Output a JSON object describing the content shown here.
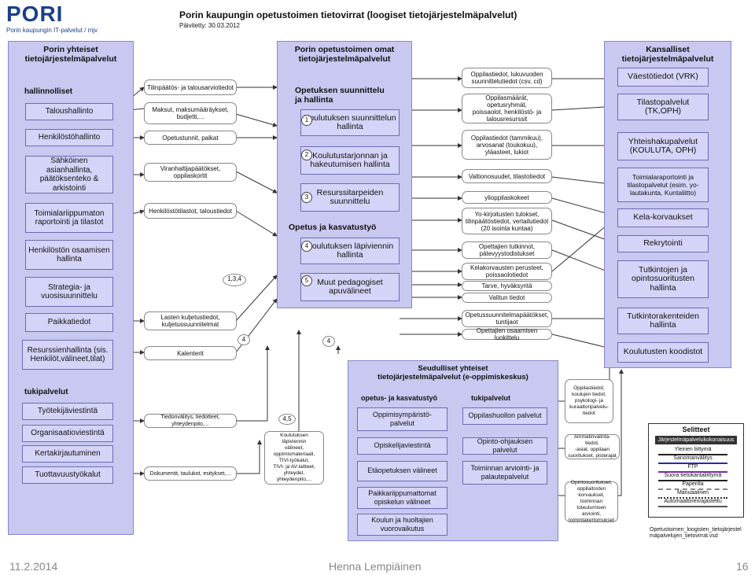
{
  "header": {
    "logo": "PORI",
    "logo_sub": "Porin kaupungin IT-palvelut / mjv",
    "title": "Porin kaupungin opetustoimen tietovirrat (loogiset tietojärjestelmäpalvelut)",
    "updated": "Päivitetty: 30.03.2012"
  },
  "left": {
    "title": "Porin yhteiset\ntietojärjestelmäpalvelut",
    "section1": "hallinnolliset",
    "items": [
      "Taloushallinto",
      "Henkilöstöhallinto",
      "Sähköinen asianhallinta,\npäätöksenteko &\narkistointi",
      "Toimialariippumaton\nraportointi ja tilastot",
      "Henkilöstön osaamisen\nhallinta",
      "Strategia- ja\nvuosisuunnittelu",
      "Paikkatiedot",
      "Resurssienhallinta (sis.\nHenkilöt,välineet,tilat)"
    ],
    "section2": "tukipalvelut",
    "support": [
      "Työtekijäviestintä",
      "Organisaatioviestintä",
      "Kertakirjautuminen",
      "Tuottavuustyökalut"
    ]
  },
  "center": {
    "title": "Porin opetustoimen omat\ntietojärjestelmäpalvelut",
    "section1": "Opetuksen suunnittelu\nja hallinta",
    "items": [
      {
        "n": "1",
        "label": "Koulutuksen suunnittelun\nhallinta"
      },
      {
        "n": "2",
        "label": "Koulutustarjonnan ja\nhakeutumisen hallinta"
      },
      {
        "n": "3",
        "label": "Resurssitarpeiden\nsuunnittelu"
      }
    ],
    "section2": "Opetus ja kasvatustyö",
    "items2": [
      {
        "n": "4",
        "label": "Koulutuksen läpiviennin\nhallinta"
      },
      {
        "n": "5",
        "label": "Muut pedagogiset\napuvälineet"
      }
    ]
  },
  "right": {
    "title": "Kansalliset\ntietojärjestelmäpalvelut",
    "items": [
      "Väestötiedot (VRK)",
      "Tilastopalvelut\n(TK,OPH)",
      "Yhteishakupalvelut\n(KOULUTA, OPH)",
      "Toimialaraportointi ja\ntilastopalvelut (esim. yo-\nlautakunta, Kuntaliitto)",
      "Kela-korvaukset",
      "Rekrytointi",
      "Tutkintojen ja\nopintosuoritusten\nhallinta",
      "Tutkintorakenteiden\nhallinta",
      "Koulutusten koodistot"
    ]
  },
  "regional": {
    "title": "Seudulliset yhteiset\ntietojärjestelmäpalvelut  (e-oppimiskeskus)",
    "col1_title": "opetus- ja kasvatustyö",
    "col2_title": "tukipalvelut",
    "col1": [
      "Oppimisympäristö-\npalvelut",
      "Opiskelijaviestintä",
      "Etäopetuksen välineet",
      "Paikkariippumattomat\nopiskelun välineet",
      "Koulun ja huoltajien\nvuorovaikutus"
    ],
    "col2": [
      "Oppilashuollon palvelut",
      "Opinto-ohjauksen palvelut",
      "Toiminnan arviointi- ja\npalautepalvelut"
    ]
  },
  "left_flows": [
    "Tilinpäätös- ja talousarviotiedot",
    "Maksut, maksumääräykset,\nbudjetti,...",
    "Opetustunnit, palkat",
    "Viranhaltijapäätökset,\noppilaskortit",
    "Henkilöstötilastot, taloustiedot",
    "Lasten kuljetustiedot,\nkuljetussuunnitelmat",
    "Kalenterit",
    "Tiedonvälitys, tiedotteet, yhteydenpito,...",
    "Dokumentit, taulukot, esitykset,..."
  ],
  "right_flows": [
    "Oppilastiedot, lukuvuoden\nsuunnittelutiedot (csv, cd)",
    "Oppilasmäärät, opetusryhmät,\npoissaolot, henkilöstö- ja\ntalousresurssit",
    "Oppilastiedot (tammikuu),\narvosanat (toukokuu),\nyläasteet, lukiot",
    "Valtionosuudet, tilastotiedot",
    "ylioppilaskokeet",
    "Yo-kirjoitusten tulokset,\ntilinpäätöstiedot, vertailutiedot\n(20 isointa kuntaa)",
    "Opettajien tutkinnot,\npätevyystodistukset",
    "Kelakorvausten perusteet,\npoissaolotiedot",
    "Tarve, hyväksyntä",
    "Valitun tiedot",
    "Opetussuunnitelmapäätökset,\ntuntijaot",
    "Opettajien osaamisen luokittelu"
  ],
  "regional_flows": [
    "Oppilastiedot,\nkoulujen tiedot,\npsykologi- ja\nkuraattoripalvelu-\ntiedot",
    "Ammatinvalinta-tiedot,\n-asiat, oppilaan\nsuoritukset, pisterajat",
    "Opintosuoritukset,\noppilaitosten\nkorvaukset, toiminnan\ntoteutumisen arviointi,\ntoimintakertomukset"
  ],
  "tool_flow": "Koulutuksen läpiviennin\nvälineet,\noppimismateriaali,\nTIVI-työkalut,\nTIVI- ja AV-laitteet,\nyhteydet,\nyhteydenpito,...",
  "tags": {
    "t134": "1,3,4",
    "t4a": "4",
    "t4b": "4",
    "t45": "4,5"
  },
  "legend": {
    "title": "Selitteet",
    "head": "Järjestelmäpalvelukokonaisuus",
    "rows": [
      "Yleinen liittymä",
      "Sanomanvälitys",
      "FTP",
      "Suora tietokantaliittymä",
      "Paperilla",
      "Manuaalinen",
      "Automaattinen/ajastettu"
    ],
    "colors": [
      "#222222",
      "#2a2aa0",
      "#7a2aa0",
      "#222222",
      "#888888",
      "#333333",
      "#555555"
    ]
  },
  "filename": "Opetustoimen_loogisten_tietojärjestel\nmäpalvelujen_tietovirrat.vsd",
  "footer": {
    "date": "11.2.2014",
    "author": "Henna Lempiäinen",
    "page": "16"
  }
}
